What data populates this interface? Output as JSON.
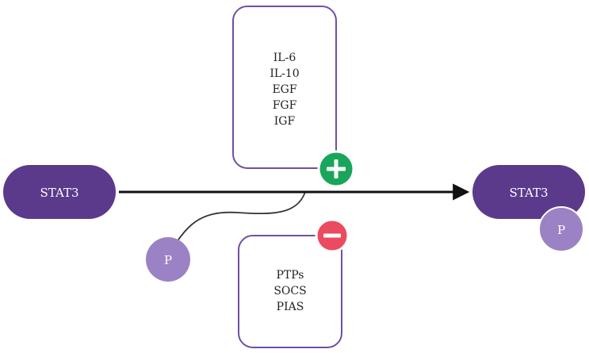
{
  "left_node": {
    "label": "STAT3"
  },
  "right_node": {
    "label": "STAT3"
  },
  "phospho_right": {
    "label": "P"
  },
  "phospho_left": {
    "label": "P"
  },
  "activators": {
    "items": [
      "IL-6",
      "IL-10",
      "EGF",
      "FGF",
      "IGF"
    ],
    "sign": "plus"
  },
  "inhibitors": {
    "items": [
      "PTPs",
      "SOCS",
      "PIAS"
    ],
    "sign": "minus"
  },
  "colors": {
    "node_fill": "#5b3a8c",
    "phospho_fill": "#9b82c4",
    "box_border": "#6f4fa3",
    "plus_fill": "#1aa65a",
    "minus_fill": "#ec4a5e",
    "arrow": "#111111"
  }
}
